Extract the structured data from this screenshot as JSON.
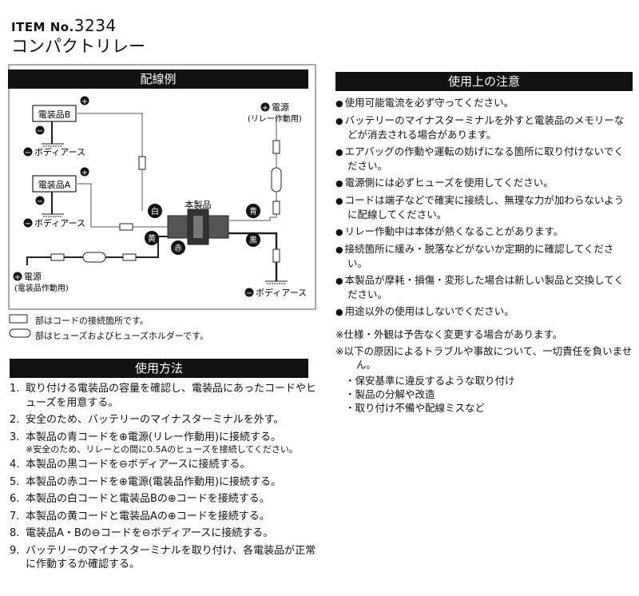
{
  "header": {
    "item_label": "ITEM No.",
    "item_number": "3234",
    "product_name": "コンパクトリレー"
  },
  "wiring": {
    "title": "配線例",
    "labels": {
      "device_b": "電装品B",
      "device_a": "電装品A",
      "body_earth": "ボディアース",
      "power_relay_1": "電源",
      "power_relay_2": "(リレー作動用)",
      "power_device_1": "電源",
      "power_device_2": "(電装品作動用)",
      "product": "本製品",
      "white": "白",
      "yellow": "黄",
      "red": "赤",
      "blue": "青",
      "black": "黒"
    },
    "legend": [
      {
        "text": "部はコードの接続箇所です。"
      },
      {
        "text": "部はヒューズおよびヒューズホルダーです。"
      }
    ]
  },
  "usage": {
    "title": "使用方法",
    "steps": [
      {
        "num": "1.",
        "text": "取り付ける電装品の容量を確認し、電装品にあったコードやヒューズを用意する。",
        "note": ""
      },
      {
        "num": "2.",
        "text": "安全のため、バッテリーのマイナスターミナルを外す。",
        "note": ""
      },
      {
        "num": "3.",
        "text": "本製品の青コードを⊕電源(リレー作動用)に接続する。",
        "note": "※安全のため、リレーとの間に0.5Aのヒューズを接続してください。"
      },
      {
        "num": "4.",
        "text": "本製品の黒コードを⊖ボディアースに接続する。",
        "note": ""
      },
      {
        "num": "5.",
        "text": "本製品の赤コードを⊕電源(電装品作動用)に接続する。",
        "note": ""
      },
      {
        "num": "6.",
        "text": "本製品の白コードと電装品Bの⊕コードを接続する。",
        "note": ""
      },
      {
        "num": "7.",
        "text": "本製品の黄コードと電装品Aの⊕コードを接続する。",
        "note": ""
      },
      {
        "num": "8.",
        "text": "電装品A・Bの⊖コードを⊖ボディアースに接続する。",
        "note": ""
      },
      {
        "num": "9.",
        "text": "バッテリーのマイナスターミナルを取り付け、各電装品が正常に作動するか確認する。",
        "note": ""
      }
    ]
  },
  "caution": {
    "title": "使用上の注意",
    "items": [
      "使用可能電流を必ず守ってください。",
      "バッテリーのマイナスターミナルを外すと電装品のメモリーなどが消去される場合があります。",
      "エアバッグの作動や運転の妨げになる箇所に取り付けないでください。",
      "電源側には必ずヒューズを使用してください。",
      "コードは端子などで確実に接続し、無理な力が加わらないように配線してください。",
      "リレー作動中は本体が熱くなることがあります。",
      "接続箇所に緩み・脱落などがないか定期的に確認してください。",
      "本製品が摩耗・損傷・変形した場合は新しい製品と交換してください。",
      "用途以外の使用はしないでください。"
    ]
  },
  "notes": {
    "spec_note": "※仕様・外観は予告なく変更する場合があります。",
    "liability_note": "※以下の原因によるトラブルや事故について、一切責任を負いません。",
    "reasons": [
      "保安基準に違反するような取り付け",
      "製品の分解や改造",
      "取り付け不備や配線ミスなど"
    ]
  }
}
